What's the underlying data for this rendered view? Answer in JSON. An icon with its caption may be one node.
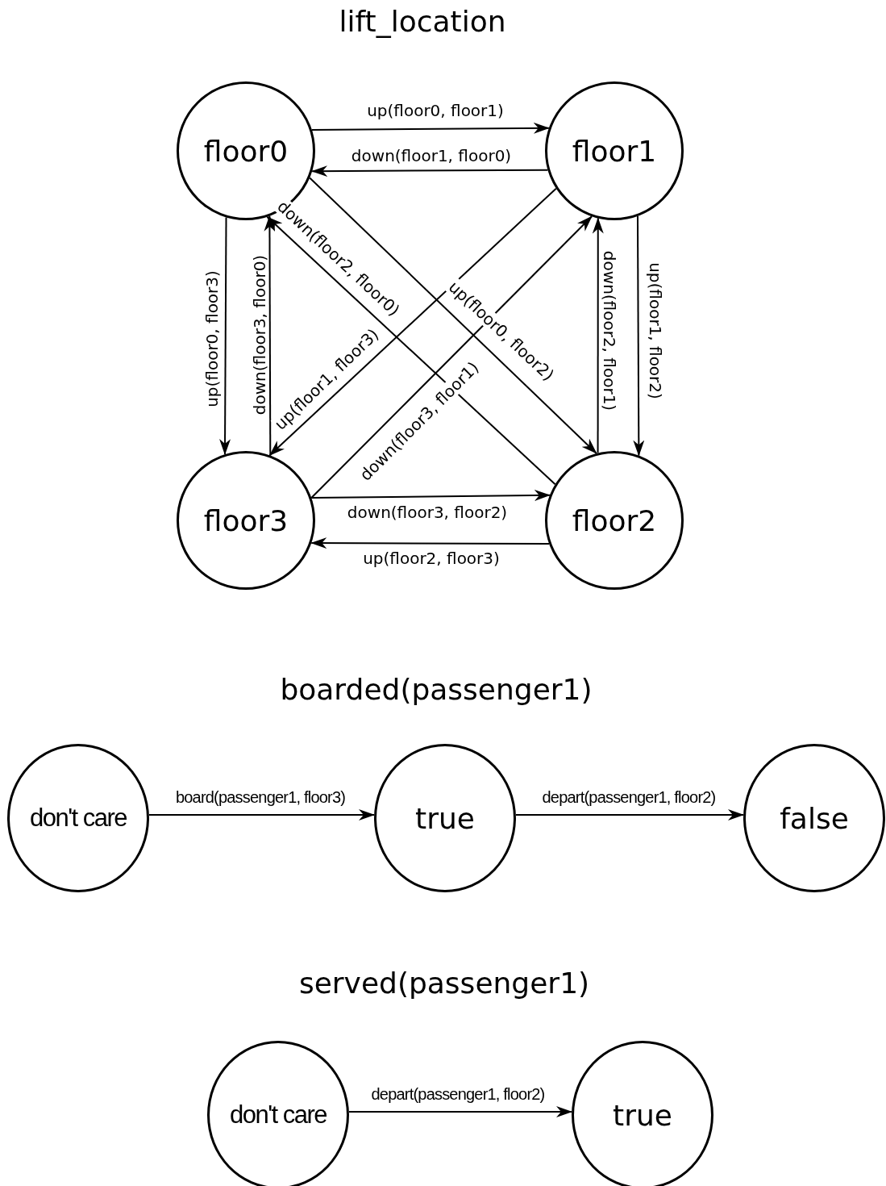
{
  "diagram": {
    "nodes": [
      {
        "text": [
          "floor0"
        ]
      },
      {
        "text": [
          "floor1"
        ]
      },
      {
        "text": [
          "floor3"
        ]
      },
      {
        "text": [
          "floor2"
        ]
      },
      {
        "text": [
          "don't care"
        ]
      },
      {
        "text": [
          "true"
        ]
      },
      {
        "text": [
          "false"
        ]
      },
      {
        "text": [
          "don't care"
        ]
      },
      {
        "text": [
          "true"
        ]
      }
    ],
    "edges": [
      {
        "from": 0,
        "to": 1,
        "arrow": "to",
        "label": "up(floor0, floor1)"
      },
      {
        "from": 1,
        "to": 0,
        "arrow": "to",
        "label": "down(floor1, floor0)"
      },
      {
        "from": 0,
        "to": 2,
        "arrow": "to",
        "label": "up(floor0, floor3)"
      },
      {
        "from": 2,
        "to": 0,
        "arrow": "to",
        "label": "down(floor3, floor0)"
      },
      {
        "from": 3,
        "to": 0,
        "arrow": "to",
        "label": "down(floor2, floor0)"
      },
      {
        "from": 0,
        "to": 3,
        "arrow": "to",
        "label": "up(floor0, floor2)"
      },
      {
        "from": 1,
        "to": 2,
        "arrow": "to",
        "label": "up(floor1, floor3)"
      },
      {
        "from": 2,
        "to": 1,
        "arrow": "to",
        "label": "down(floor3, floor1)"
      },
      {
        "from": 3,
        "to": 1,
        "arrow": "to",
        "label": "down(floor2, floor1)"
      },
      {
        "from": 1,
        "to": 3,
        "arrow": "to",
        "label": "up(floor1, floor2)"
      },
      {
        "from": 2,
        "to": 3,
        "arrow": "to",
        "label": "down(floor3, floor2)"
      },
      {
        "from": 3,
        "to": 2,
        "arrow": "to",
        "label": "up(floor2, floor3)"
      },
      {
        "from": 4,
        "to": 5,
        "arrow": "to",
        "label": "board(passenger1, floor3)"
      },
      {
        "from": 5,
        "to": 6,
        "arrow": "to",
        "label": "depart(passenger1, floor2)"
      },
      {
        "from": 7,
        "to": 8,
        "arrow": "to",
        "label": "depart(passenger1, floor2)"
      }
    ],
    "labels": [
      "lift_location",
      "boarded(passenger1)",
      "served(passenger1)"
    ]
  }
}
